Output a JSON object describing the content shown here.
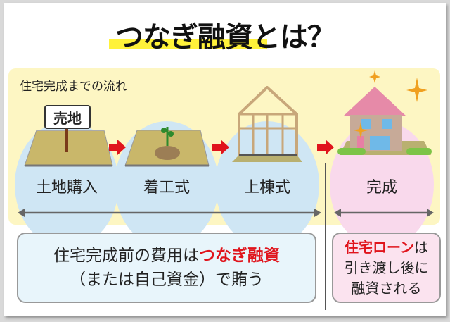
{
  "title": {
    "highlight": "つなぎ融資",
    "rest": "とは？"
  },
  "flow": {
    "heading": "住宅完成までの流れ",
    "sign": "売地",
    "steps": [
      {
        "label": "土地購入"
      },
      {
        "label": "着工式"
      },
      {
        "label": "上棟式"
      },
      {
        "label": "完成"
      }
    ]
  },
  "left_box": {
    "line1_prefix": "住宅完成前の費用は",
    "line1_emph": "つなぎ融資",
    "line2": "（または自己資金）で賄う"
  },
  "right_box": {
    "line1_emph": "住宅ローン",
    "line1_suffix": "は",
    "line2": "引き渡し後に",
    "line3": "融資される"
  },
  "colors": {
    "accent_red": "#e0141c",
    "highlight_yellow": "#fff23a",
    "panel": "#fdf6c3",
    "circle_blue": "#cfe6f4",
    "circle_pink": "#f9d9ec"
  }
}
